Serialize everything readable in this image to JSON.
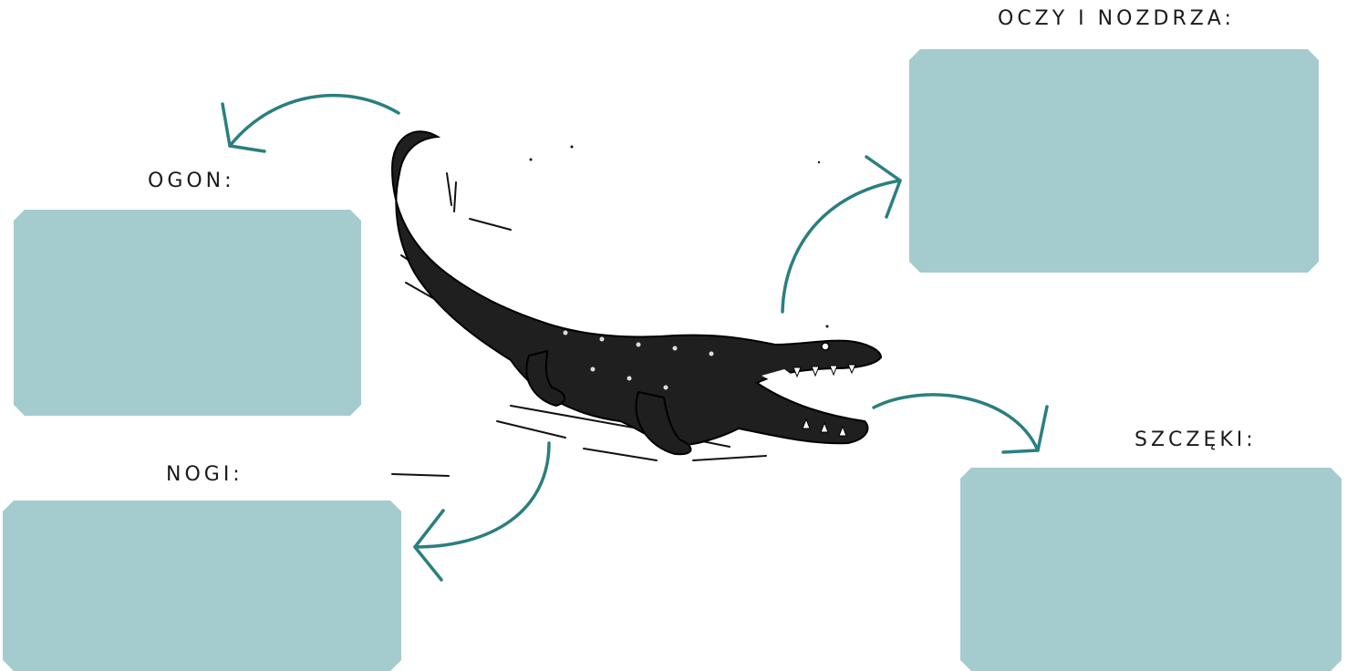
{
  "labels": {
    "tail": "OGON:",
    "legs": "NOGI:",
    "eyes_nostrils": "OCZY I NOZDRZA:",
    "jaws": "SZCZĘKI:"
  },
  "boxes": {
    "tail": "",
    "legs": "",
    "eyes_nostrils": "",
    "jaws": ""
  },
  "colors": {
    "box_fill": "#a4cbcd",
    "arrow": "#2a7f7f",
    "label_text": "#1a1a1a",
    "illustration": "#111111"
  },
  "illustration": {
    "subject": "crocodile-line-drawing"
  }
}
